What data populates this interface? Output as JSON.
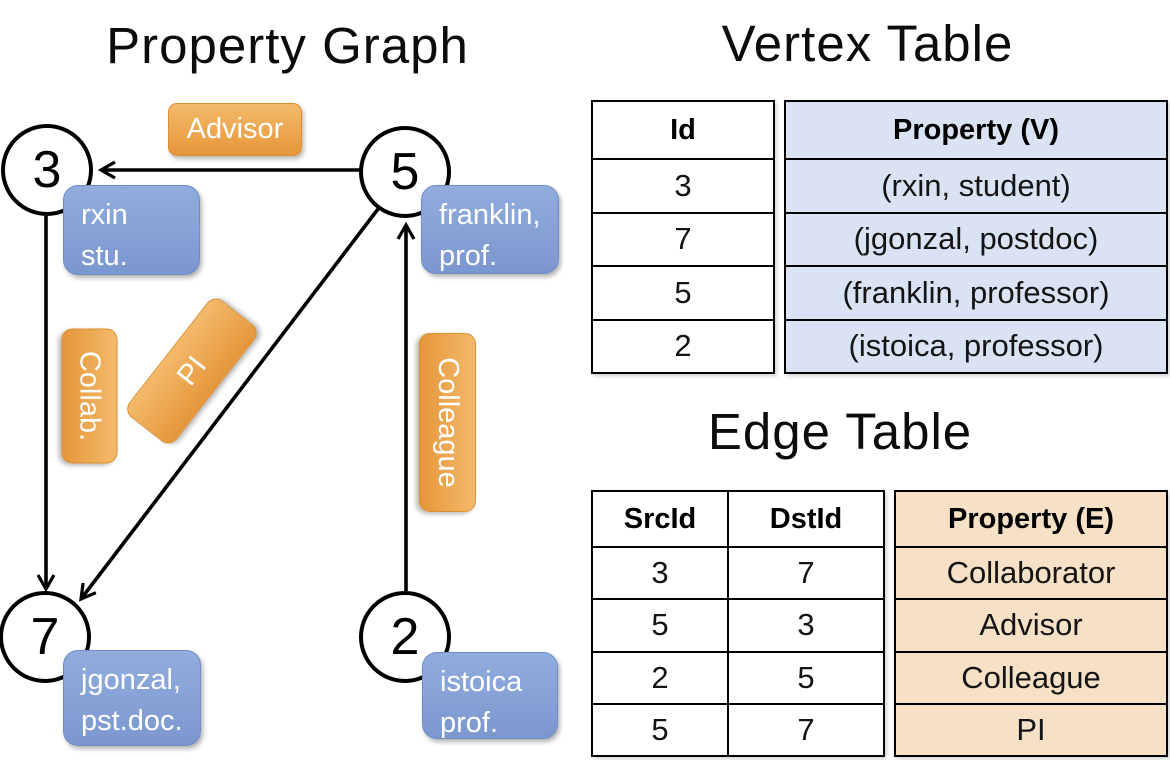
{
  "graph": {
    "title": "Property Graph",
    "nodes": [
      {
        "id": "3",
        "property_lines": [
          "rxin",
          "stu."
        ]
      },
      {
        "id": "5",
        "property_lines": [
          "franklin,",
          "prof."
        ]
      },
      {
        "id": "7",
        "property_lines": [
          "jgonzal,",
          "pst.doc."
        ]
      },
      {
        "id": "2",
        "property_lines": [
          "istoica",
          "prof."
        ]
      }
    ],
    "edges": [
      {
        "src": "5",
        "dst": "3",
        "label": "Advisor"
      },
      {
        "src": "3",
        "dst": "7",
        "label": "Collab."
      },
      {
        "src": "5",
        "dst": "7",
        "label": "PI"
      },
      {
        "src": "2",
        "dst": "5",
        "label": "Colleague"
      }
    ]
  },
  "vertex_table": {
    "title": "Vertex Table",
    "columns": [
      "Id",
      "Property (V)"
    ],
    "rows": [
      [
        "3",
        "(rxin, student)"
      ],
      [
        "7",
        "(jgonzal, postdoc)"
      ],
      [
        "5",
        "(franklin, professor)"
      ],
      [
        "2",
        "(istoica, professor)"
      ]
    ]
  },
  "edge_table": {
    "title": "Edge Table",
    "columns": [
      "SrcId",
      "DstId",
      "Property (E)"
    ],
    "rows": [
      [
        "3",
        "7",
        "Collaborator"
      ],
      [
        "5",
        "3",
        "Advisor"
      ],
      [
        "2",
        "5",
        "Colleague"
      ],
      [
        "5",
        "7",
        "PI"
      ]
    ]
  },
  "colors": {
    "edge_label_fill_top": "#F3BA6B",
    "edge_label_fill_bottom": "#E6963A",
    "vertex_box_fill_top": "#91ADDE",
    "vertex_box_fill_bottom": "#7B97CF",
    "vertex_table_property_bg": "#DAE3F3",
    "edge_table_property_bg": "#F6E0C6",
    "line_color": "#000000"
  }
}
